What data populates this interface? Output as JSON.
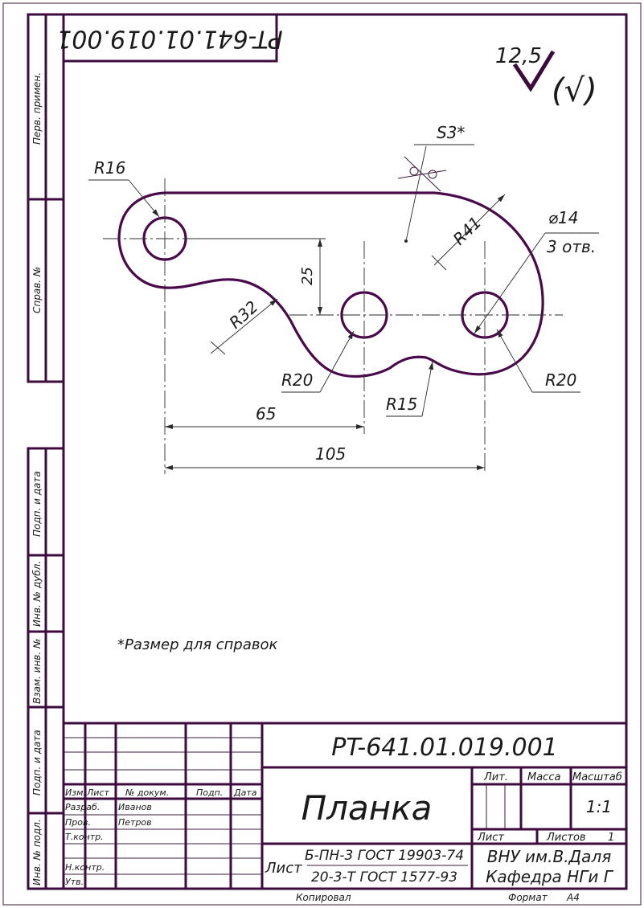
{
  "colors": {
    "line": "#4a0a4a",
    "text": "#1a1a1a",
    "paper": "#ffffff"
  },
  "drawing": {
    "rotated_code": "PT-641.01.019.001",
    "roughness": {
      "value": "12,5",
      "symbol": "check-mark-icon",
      "general_symbol": "(√)"
    },
    "dims": {
      "r16": "R16",
      "s3": "S3*",
      "r41": "R41",
      "d14": "⌀14",
      "holes_count": "3 отв.",
      "d25": "25",
      "r32": "R32",
      "r20_left": "R20",
      "r20_right": "R20",
      "r15": "R15",
      "d65": "65",
      "d105": "105"
    },
    "note": "*Размер для справок"
  },
  "side_stamps": {
    "perv_primen": "Перв. примен.",
    "sprav_no": "Справ. №",
    "podp_data_1": "Подп. и дата",
    "inv_dubl": "Инв. № дубл.",
    "vzam_inv": "Взам. инв. №",
    "podp_data_2": "Подп. и дата",
    "inv_podl": "Инв. № подл."
  },
  "title_block": {
    "designation": "PT-641.01.019.001",
    "part_name": "Планка",
    "col_headers": {
      "izm": "Изм.",
      "list": "Лист",
      "docum": "№ докум.",
      "podp": "Подп.",
      "data": "Дата"
    },
    "roles": [
      {
        "role": "Разраб.",
        "name": "Иванов"
      },
      {
        "role": "Пров.",
        "name": "Петров"
      },
      {
        "role": "Т.контр.",
        "name": ""
      },
      {
        "role": "",
        "name": ""
      },
      {
        "role": "Н.контр.",
        "name": ""
      },
      {
        "role": "Утв.",
        "name": ""
      }
    ],
    "lit_label": "Лит.",
    "mass_label": "Масса",
    "scale_label": "Масштаб",
    "scale_value": "1:1",
    "sheet_label": "Лист",
    "sheets_label": "Листов",
    "sheets_value": "1",
    "material_prefix": "Лист",
    "material_top": "Б-ПН-3 ГОСТ 19903-74",
    "material_bottom": "20-3-Т ГОСТ 1577-93",
    "org_line1": "ВНУ им.В.Даля",
    "org_line2": "Кафедра НГи Г",
    "copied_label": "Копировал",
    "format_label": "Формат",
    "format_value": "А4"
  }
}
